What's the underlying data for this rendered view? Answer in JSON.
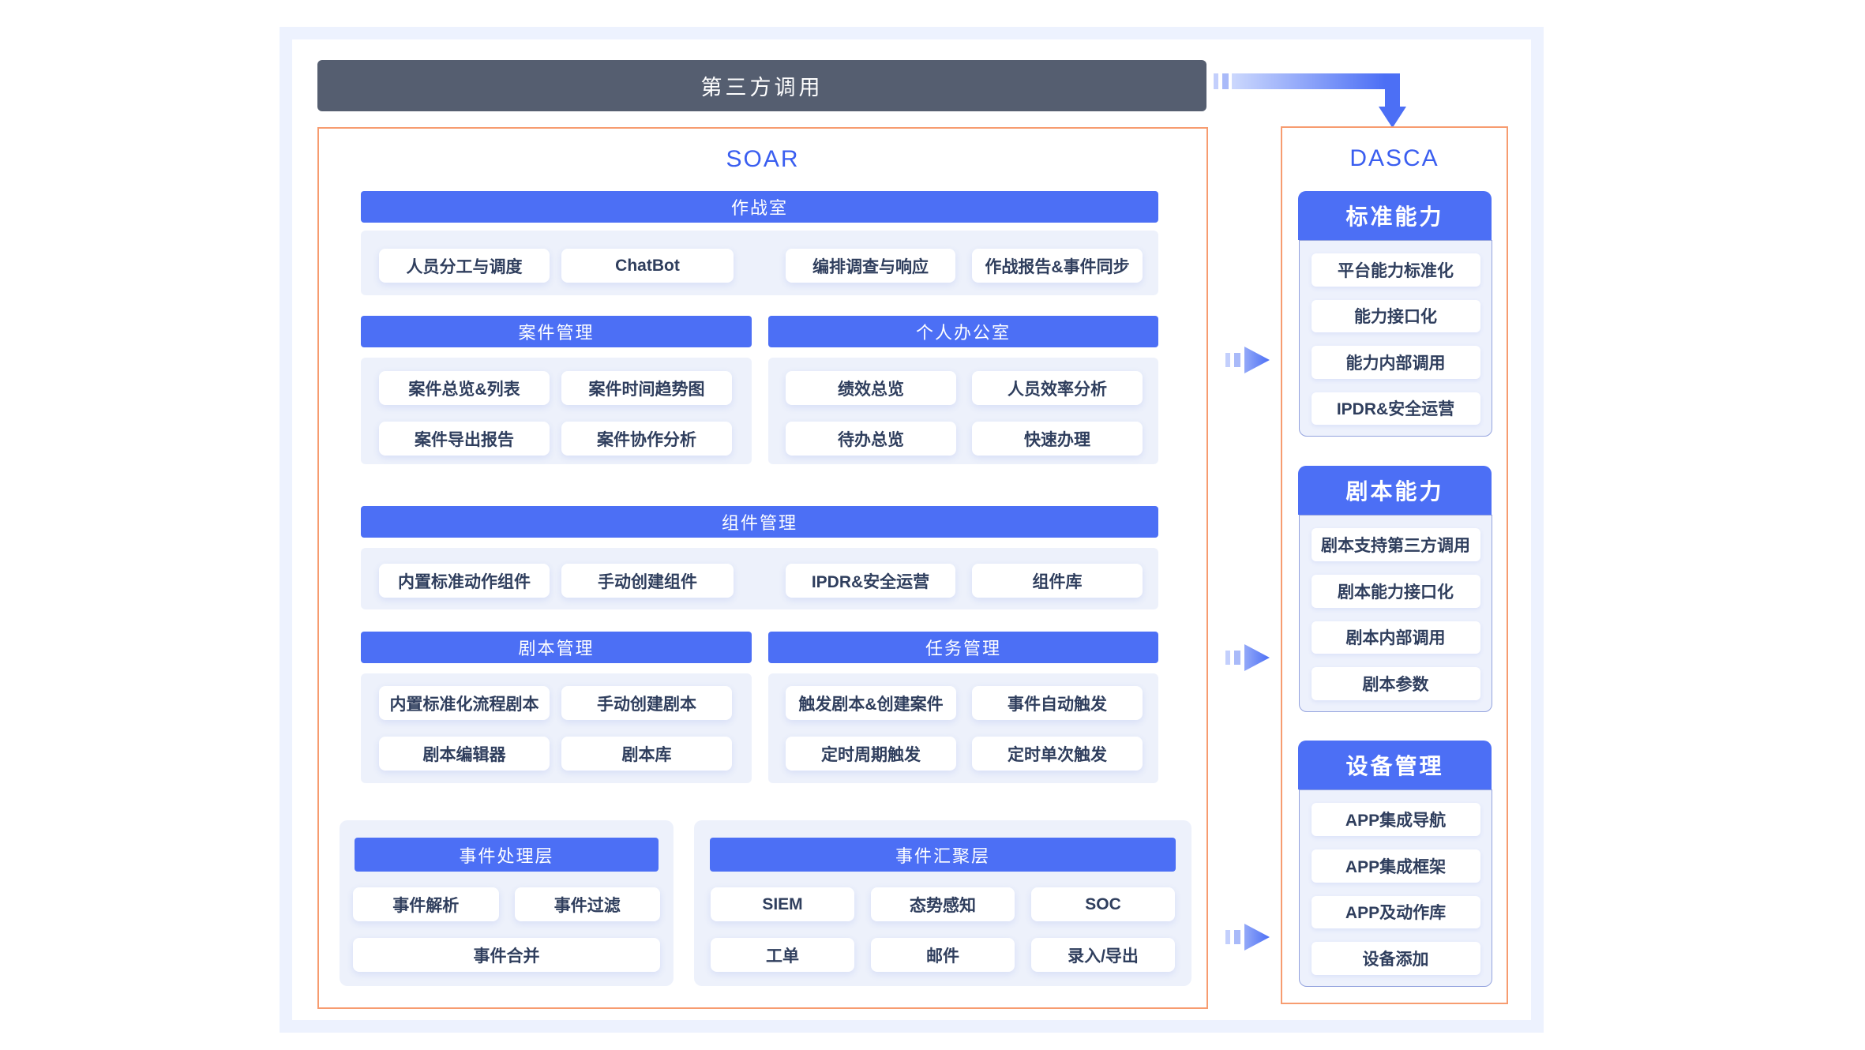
{
  "top_bar": {
    "label": "第三方调用"
  },
  "soar": {
    "title": "SOAR",
    "workroom": {
      "header": "作战室",
      "items": [
        "人员分工与调度",
        "ChatBot",
        "编排调查与响应",
        "作战报告&事件同步"
      ]
    },
    "case_mgmt": {
      "header": "案件管理",
      "items": [
        "案件总览&列表",
        "案件时间趋势图",
        "案件导出报告",
        "案件协作分析"
      ]
    },
    "personal_office": {
      "header": "个人办公室",
      "items": [
        "绩效总览",
        "人员效率分析",
        "待办总览",
        "快速办理"
      ]
    },
    "component_mgmt": {
      "header": "组件管理",
      "items": [
        "内置标准动作组件",
        "手动创建组件",
        "IPDR&安全运营",
        "组件库"
      ]
    },
    "playbook_mgmt": {
      "header": "剧本管理",
      "items": [
        "内置标准化流程剧本",
        "手动创建剧本",
        "剧本编辑器",
        "剧本库"
      ]
    },
    "task_mgmt": {
      "header": "任务管理",
      "items": [
        "触发剧本&创建案件",
        "事件自动触发",
        "定时周期触发",
        "定时单次触发"
      ]
    },
    "event_processing": {
      "header": "事件处理层",
      "items": [
        "事件解析",
        "事件过滤",
        "事件合并"
      ]
    },
    "event_aggregation": {
      "header": "事件汇聚层",
      "items": [
        "SIEM",
        "态势感知",
        "SOC",
        "工单",
        "邮件",
        "录入/导出"
      ]
    }
  },
  "dasca": {
    "title": "DASCA",
    "groups": [
      {
        "header": "标准能力",
        "items": [
          "平台能力标准化",
          "能力接口化",
          "能力内部调用",
          "IPDR&安全运营"
        ]
      },
      {
        "header": "剧本能力",
        "items": [
          "剧本支持第三方调用",
          "剧本能力接口化",
          "剧本内部调用",
          "剧本参数"
        ]
      },
      {
        "header": "设备管理",
        "items": [
          "APP集成导航",
          "APP集成框架",
          "APP及动作库",
          "设备添加"
        ]
      }
    ]
  },
  "colors": {
    "accent_blue": "#4c6ff5",
    "title_blue": "#3a5ef0",
    "dark_bar": "#555e70",
    "orange_border": "#f79c70",
    "panel_bg": "#edf1fb",
    "frame_bg": "#edf2fe",
    "dasca_panel_border": "#94a3de",
    "card_text": "#2f3e5d"
  }
}
